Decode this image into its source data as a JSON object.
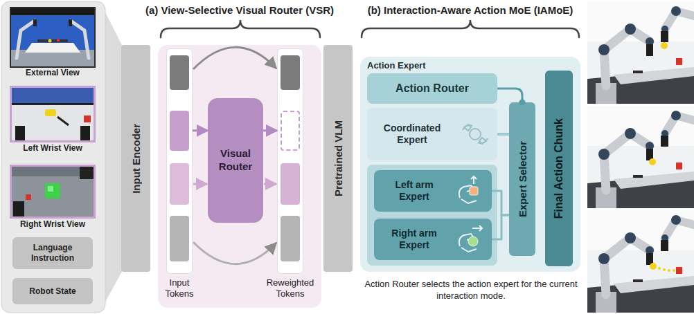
{
  "diagram": {
    "nodes": [
      {
        "text": [
          "External View"
        ]
      },
      {
        "text": [
          "Left Wrist View"
        ]
      },
      {
        "text": [
          "Right Wrist View"
        ]
      },
      {
        "text": [
          "Language Instruction"
        ]
      },
      {
        "text": [
          "Robot State"
        ]
      },
      {
        "text": [
          "Input Encoder"
        ]
      },
      {
        "text": [
          "(a) View-Selective Visual Router (VSR)"
        ]
      },
      {
        "text": [
          "Input Tokens"
        ],
        "in": 6
      },
      {
        "text": [
          "Visual Router"
        ],
        "in": 6
      },
      {
        "text": [
          "Reweighted Tokens"
        ],
        "in": 6
      },
      {
        "text": [
          "Pretrained VLM"
        ]
      },
      {
        "text": [
          "(b) Interaction-Aware Action MoE (IAMoE)",
          "Action Expert"
        ]
      },
      {
        "text": [
          "Action Router"
        ],
        "in": 11
      },
      {
        "text": [
          "Coordinated Expert"
        ],
        "in": 11
      },
      {
        "text": [
          "Left arm Expert"
        ],
        "in": 11
      },
      {
        "text": [
          "Right arm Expert"
        ],
        "in": 11
      },
      {
        "text": [
          "Expert Selector"
        ],
        "in": 11
      },
      {
        "text": [
          "Final Action Chunk"
        ],
        "in": 11
      }
    ],
    "edges": [
      {
        "from": 7,
        "to": 8,
        "arrow": "to"
      },
      {
        "from": 8,
        "to": 9,
        "arrow": "to"
      },
      {
        "from": 12,
        "to": 16,
        "arrow": "none"
      },
      {
        "from": 13,
        "to": 16,
        "arrow": "none"
      },
      {
        "from": 14,
        "to": 16,
        "arrow": "none"
      },
      {
        "from": 15,
        "to": 16,
        "arrow": "none"
      }
    ],
    "labels": [
      "Action Router selects the action expert for the current interaction mode."
    ]
  }
}
